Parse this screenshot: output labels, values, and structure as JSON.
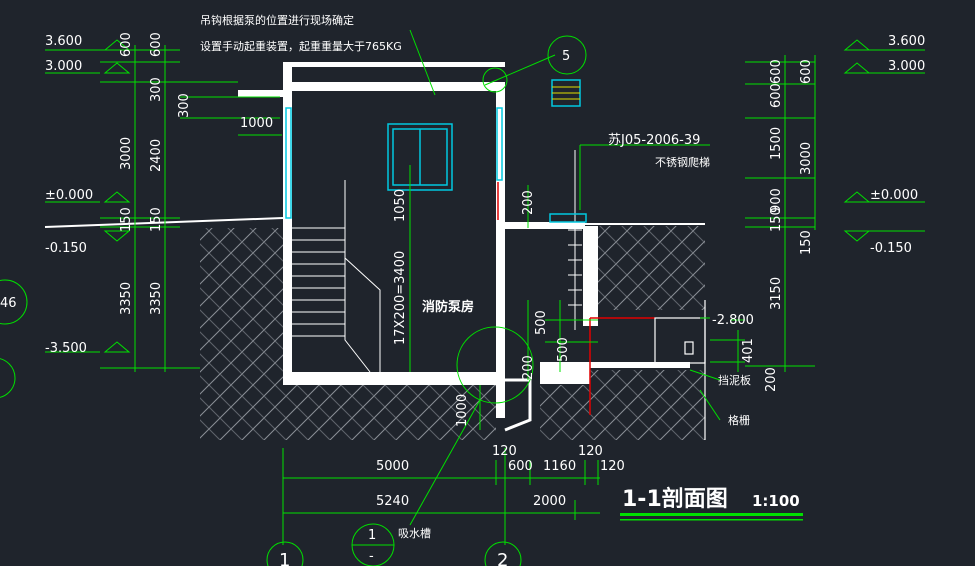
{
  "title": {
    "main": "1-1剖面图",
    "scale": "1:100"
  },
  "notes": {
    "hook": "吊钩根据泵的位置进行现场确定",
    "crane": "设置手动起重装置，起重重量大于765KG",
    "standard": "苏J05-2006-39",
    "ladder": "不锈钢爬梯",
    "pump_room": "消防泵房",
    "sump": "吸水槽",
    "mud_board": "挡泥板",
    "trench": "格栅"
  },
  "left_levels": {
    "l1": "3.600",
    "l2": "3.000",
    "l3": "±0.000",
    "l4": "-0.150",
    "l5": "-3.500"
  },
  "right_levels": {
    "r1": "3.600",
    "r2": "3.000",
    "r3": "±0.000",
    "r4": "-0.150",
    "r5": "-2.800"
  },
  "left_dims": {
    "d600": "600",
    "d3000": "3000",
    "d150": "150",
    "d3350": "3350",
    "e600": "600",
    "e300": "300",
    "e2400": "2400",
    "e150": "150",
    "e3350": "3350",
    "f300": "300"
  },
  "right_dims": {
    "a600a": "600",
    "a600b": "600",
    "a1500": "1500",
    "a900": "900",
    "a150": "150",
    "a3150": "3150",
    "b600": "600",
    "b3000": "3000",
    "b150": "150",
    "b401": "401",
    "b200": "200"
  },
  "inner_dims": {
    "overhang": "1000",
    "door": "1050",
    "stair": "17X200=3400",
    "h200": "200",
    "v500a": "500",
    "v500b": "500",
    "v200": "200",
    "v1000": "1000"
  },
  "bottom_dims": {
    "d5000": "5000",
    "d120a": "120",
    "d600": "600",
    "d1160": "1160",
    "d120b": "120",
    "d120c": "120",
    "d5240": "5240",
    "d2000": "2000"
  },
  "axes": {
    "ax1": "1",
    "ax2": "2",
    "detail": "5",
    "section_num": "1",
    "section_sub": "-"
  },
  "edge_marks": {
    "left_circle": "46"
  },
  "colors": {
    "background": "#1f242c",
    "wall": "#ffffff",
    "dim": "#00e000",
    "glass": "#00c8e0",
    "red": "#e00000",
    "yellow": "#e0e000"
  }
}
